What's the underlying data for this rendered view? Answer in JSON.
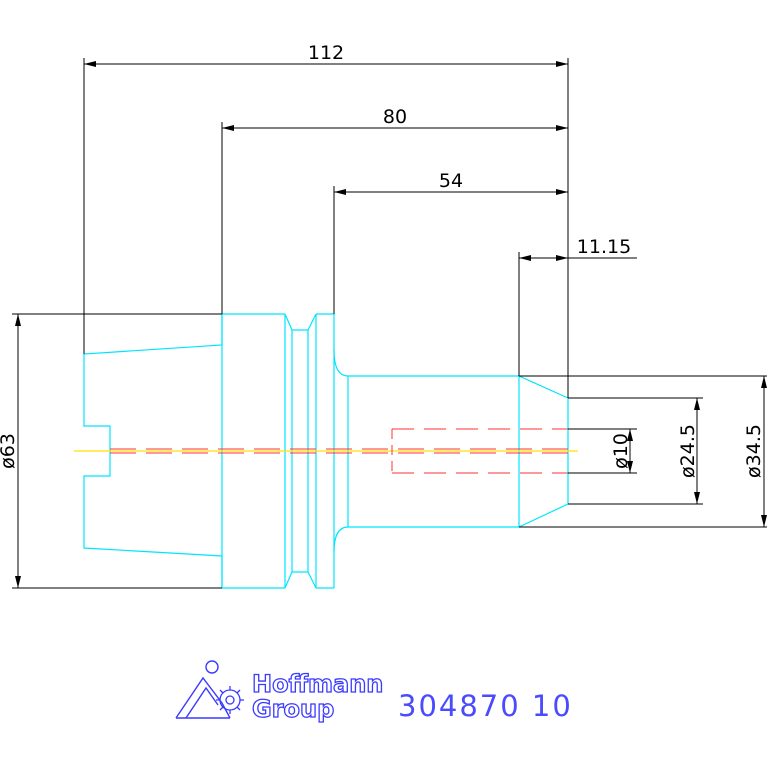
{
  "dimensions": {
    "overall_length": "112",
    "length_80": "80",
    "length_54": "54",
    "length_11_15": "11.15",
    "dia_63": "ø63",
    "dia_10": "ø10",
    "dia_24_5": "ø24.5",
    "dia_34_5": "ø34.5"
  },
  "logo": {
    "line1": "Hoffmann",
    "line2": "Group"
  },
  "part_number": "304870 10",
  "colors": {
    "outline": "#00e5ff",
    "dimension": "#000000",
    "hidden": "#ff3030",
    "centerline": "#ffe000",
    "logo": "#3a3aff"
  }
}
